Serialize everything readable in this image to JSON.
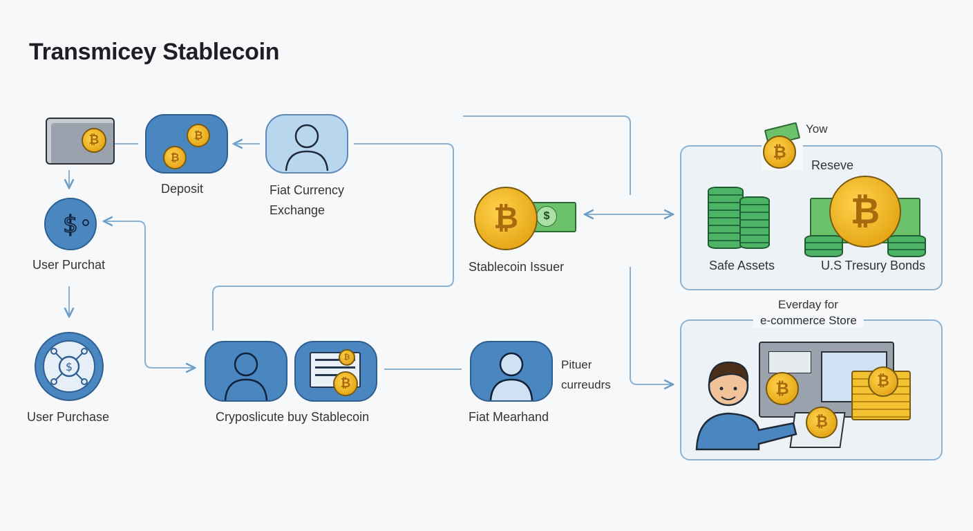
{
  "title": "Transmicey Stablecoin",
  "nodes": {
    "deposit": "Deposit",
    "fiat_exchange_1": "Fiat Currency",
    "fiat_exchange_2": "Exchange",
    "user_purchat": "User Purchat",
    "user_purchase": "User Purchase",
    "crypto_buy": "Cryposlicute buy Stablecoin",
    "fiat_merchant": "Fiat Mearhand",
    "rituer_1": "Pituer",
    "rituer_2": "curreudrs",
    "issuer": "Stablecoin Issuer",
    "yow": "Yow",
    "reserve": "Reseve",
    "safe_assets": "Safe Assets",
    "treasury": "U.S Tresury Bonds",
    "everyday_1": "Everday for",
    "everyday_2": "e-commerce Store"
  },
  "icons": {
    "coin_symbol": "₿",
    "dollar_symbol": "$"
  },
  "colors": {
    "accent": "#4a86c0",
    "panel_border": "#8fb3d0",
    "coin": "#f2b521",
    "cash": "#5fb65a"
  }
}
